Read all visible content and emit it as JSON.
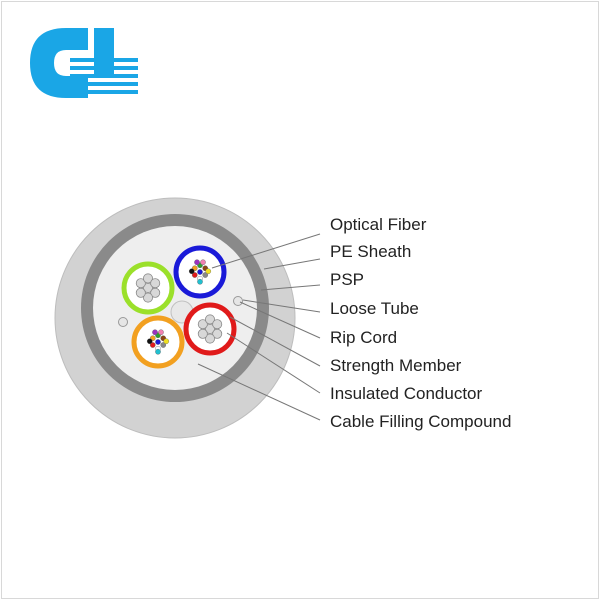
{
  "logo": {
    "name": "company-logo",
    "color": "#1aa6e6"
  },
  "diagram": {
    "labels": [
      "Optical Fiber",
      "PE Sheath",
      "PSP",
      "Loose Tube",
      "Rip Cord",
      "Strength Member",
      "Insulated Conductor",
      "Cable Filling Compound"
    ],
    "colors": {
      "outer_sheath": "#d2d2d2",
      "armor_ring": "#8a8a8a",
      "core": "#eeeeee",
      "tube_green": "#9be02a",
      "tube_blue": "#1a1ad8",
      "tube_red": "#e01a1a",
      "tube_orange": "#f2a020",
      "leader_line": "#777777"
    }
  }
}
